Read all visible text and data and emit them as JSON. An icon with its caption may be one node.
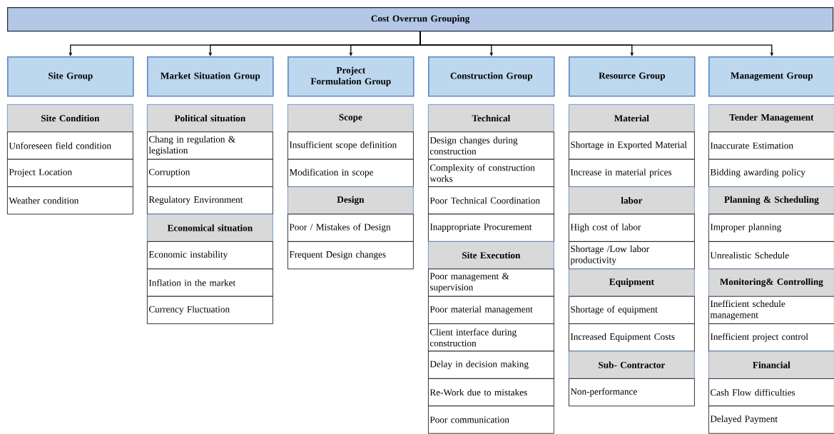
{
  "diagram": {
    "nodes": [
      {
        "text": [
          "Cost Overrun Grouping"
        ]
      },
      {
        "text": [
          "Site Group"
        ]
      },
      {
        "text": [
          "Market Situation Group"
        ]
      },
      {
        "text": [
          "Project Formulation Group"
        ]
      },
      {
        "text": [
          "Construction Group"
        ]
      },
      {
        "text": [
          "Resource Group"
        ]
      },
      {
        "text": [
          "Management Group"
        ]
      },
      {
        "text": [
          "Site Condition"
        ]
      },
      {
        "text": [
          "Unforeseen field condition"
        ]
      },
      {
        "text": [
          "Project Location"
        ]
      },
      {
        "text": [
          "Weather condition"
        ]
      },
      {
        "text": [
          "Political situation"
        ]
      },
      {
        "text": [
          "Chang in regulation & legislation"
        ]
      },
      {
        "text": [
          "Corruption"
        ]
      },
      {
        "text": [
          "Regulatory Environment"
        ]
      },
      {
        "text": [
          "Economical situation"
        ]
      },
      {
        "text": [
          "Economic instability"
        ]
      },
      {
        "text": [
          "Inflation in the market"
        ]
      },
      {
        "text": [
          "Currency Fluctuation"
        ]
      },
      {
        "text": [
          "Scope"
        ]
      },
      {
        "text": [
          "Insufficient scope definition"
        ]
      },
      {
        "text": [
          "Modification in scope"
        ]
      },
      {
        "text": [
          "Design"
        ]
      },
      {
        "text": [
          "Poor / Mistakes of Design"
        ]
      },
      {
        "text": [
          "Frequent Design changes"
        ]
      },
      {
        "text": [
          "Technical"
        ]
      },
      {
        "text": [
          "Design changes during construction"
        ]
      },
      {
        "text": [
          "Complexity of construction works"
        ]
      },
      {
        "text": [
          "Poor Technical Coordination"
        ]
      },
      {
        "text": [
          "Inappropriate Procurement"
        ]
      },
      {
        "text": [
          "Site Execution"
        ]
      },
      {
        "text": [
          "Poor management & supervision"
        ]
      },
      {
        "text": [
          "Poor material management"
        ]
      },
      {
        "text": [
          "Client interface during construction"
        ]
      },
      {
        "text": [
          "Delay in decision making"
        ]
      },
      {
        "text": [
          "Re-Work due to mistakes"
        ]
      },
      {
        "text": [
          "Poor communication"
        ]
      },
      {
        "text": [
          "Material"
        ]
      },
      {
        "text": [
          "Shortage in Exported Material"
        ]
      },
      {
        "text": [
          "Increase in material prices"
        ]
      },
      {
        "text": [
          "labor"
        ]
      },
      {
        "text": [
          "High cost of labor"
        ]
      },
      {
        "text": [
          "Shortage /Low labor productivity"
        ]
      },
      {
        "text": [
          "Equipment"
        ]
      },
      {
        "text": [
          "Shortage of equipment"
        ]
      },
      {
        "text": [
          "Increased Equipment Costs"
        ]
      },
      {
        "text": [
          "Sub- Contractor"
        ]
      },
      {
        "text": [
          "Non-performance"
        ]
      },
      {
        "text": [
          "Tender Management"
        ]
      },
      {
        "text": [
          "Inaccurate Estimation"
        ]
      },
      {
        "text": [
          "Bidding awarding policy"
        ]
      },
      {
        "text": [
          "Planning & Scheduling"
        ]
      },
      {
        "text": [
          "Improper planning"
        ]
      },
      {
        "text": [
          "Unrealistic Schedule"
        ]
      },
      {
        "text": [
          "Monitoring& Controlling"
        ]
      },
      {
        "text": [
          "Inefficient schedule management"
        ]
      },
      {
        "text": [
          "Inefficient project control"
        ]
      },
      {
        "text": [
          "Financial"
        ]
      },
      {
        "text": [
          "Cash Flow difficulties"
        ]
      },
      {
        "text": [
          "Delayed Payment"
        ]
      }
    ],
    "edges": [
      {
        "from": 0,
        "to": 1,
        "arrow": "to"
      },
      {
        "from": 0,
        "to": 2,
        "arrow": "to"
      },
      {
        "from": 0,
        "to": 3,
        "arrow": "to"
      },
      {
        "from": 0,
        "to": 4,
        "arrow": "to"
      },
      {
        "from": 0,
        "to": 5,
        "arrow": "to"
      },
      {
        "from": 0,
        "to": 6,
        "arrow": "to"
      }
    ]
  }
}
